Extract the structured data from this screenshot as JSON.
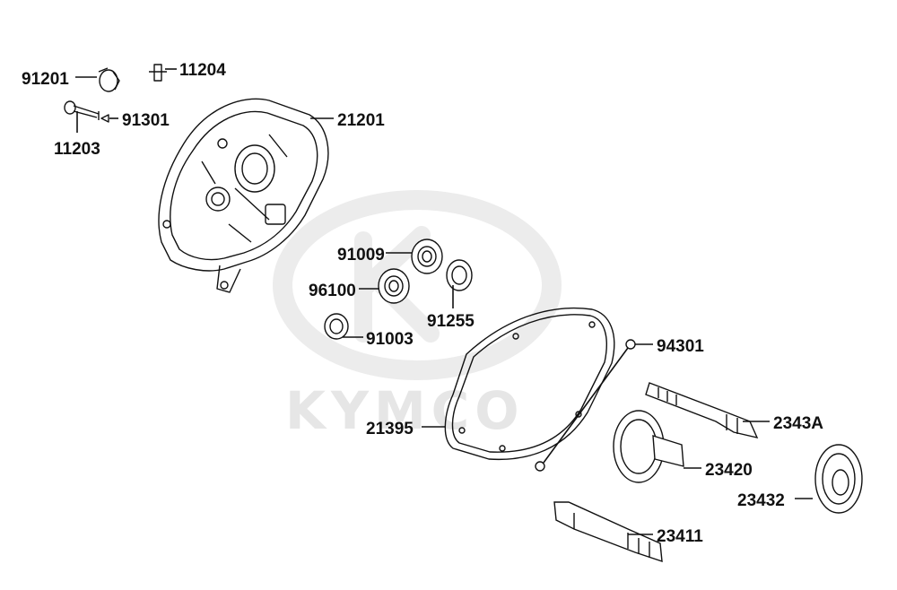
{
  "watermark": {
    "text": "KYMCO",
    "color": "#e6e6e6"
  },
  "parts": [
    {
      "id": "p91201",
      "label": "91201"
    },
    {
      "id": "p11204",
      "label": "11204"
    },
    {
      "id": "p91301",
      "label": "91301"
    },
    {
      "id": "p11203",
      "label": "11203"
    },
    {
      "id": "p21201",
      "label": "21201"
    },
    {
      "id": "p91009",
      "label": "91009"
    },
    {
      "id": "p96100",
      "label": "96100"
    },
    {
      "id": "p91255",
      "label": "91255"
    },
    {
      "id": "p91003",
      "label": "91003"
    },
    {
      "id": "p94301",
      "label": "94301"
    },
    {
      "id": "p21395",
      "label": "21395"
    },
    {
      "id": "p2343A",
      "label": "2343A"
    },
    {
      "id": "p23420",
      "label": "23420"
    },
    {
      "id": "p23432",
      "label": "23432"
    },
    {
      "id": "p23411",
      "label": "23411"
    }
  ]
}
